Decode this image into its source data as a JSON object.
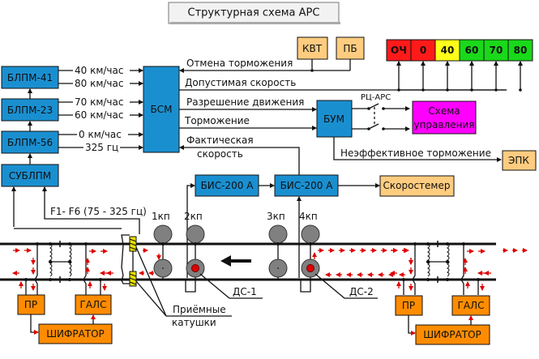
{
  "title": "Структурная схема АРС",
  "blocks": {
    "blpm41": "БЛПМ-41",
    "blpm23": "БЛПМ-23",
    "blpm56": "БЛПМ-56",
    "sublpm": "СУБЛПМ",
    "bsm": "БСМ",
    "bum": "БУМ",
    "kvt": "КВТ",
    "pb": "ПБ",
    "control_scheme_line1": "Схема",
    "control_scheme_line2": "управления",
    "epk": "ЭПК",
    "bis1": "БИС-200 А",
    "bis2": "БИС-200 А",
    "speedometer": "Скоростемер",
    "pr_left": "ПР",
    "gals_left": "ГАЛС",
    "shifrator_left": "ШИФРАТОР",
    "pr_right": "ПР",
    "gals_right": "ГАЛС",
    "shifrator_right": "ШИФРАТОР"
  },
  "blpm_signals": [
    "40 км/час",
    "80 км/час",
    "70 км/час",
    "60 км/час",
    "0 км/час",
    "325 гц"
  ],
  "bsm_signals": {
    "cancel_braking": "Отмена торможения",
    "allowed_speed": "Допустимая скорость",
    "movement_permission": "Разрешение движения",
    "braking": "Торможение",
    "actual_speed_line1": "Фактическая",
    "actual_speed_line2": "скорость"
  },
  "speed_indicators": [
    {
      "label": "ОЧ",
      "color": "#ff1a1a"
    },
    {
      "label": "0",
      "color": "#ff1a1a"
    },
    {
      "label": "40",
      "color": "#ffff1a"
    },
    {
      "label": "60",
      "color": "#1ad81a"
    },
    {
      "label": "70",
      "color": "#1ad81a"
    },
    {
      "label": "80",
      "color": "#1ad81a"
    }
  ],
  "relay_label": "РЦ-АРС",
  "ineffective_braking": "Неэффективное торможение",
  "freq_label": "F1- F6 (75 - 325 гц)",
  "axles": [
    "1кп",
    "2кп",
    "3кп",
    "4кп"
  ],
  "sensors": [
    "ДС-1",
    "ДС-2"
  ],
  "coils_line1": "Приёмные",
  "coils_line2": "катушки",
  "colors": {
    "unit_blue": "#1a8fd0",
    "unit_orange": "#ff8c00",
    "unit_peach": "#ffcc80",
    "unit_magenta": "#ff00ff",
    "signal_red": "#e00000",
    "coil_yellow": "#e8e000"
  }
}
